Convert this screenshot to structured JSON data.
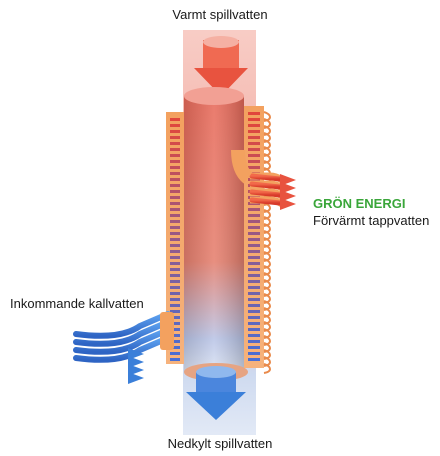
{
  "labels": {
    "top_outlet": "Varmt spillvatten",
    "bottom_outlet": "Nedkylt spillvatten",
    "green_energy": "GRÖN ENERGI",
    "preheated_water": "Förvärmt tappvatten",
    "cold_inlet": "Inkommande kallvatten"
  },
  "colors": {
    "hot": "#e8533f",
    "cold": "#3b7fd9",
    "coil": "#f39a5a",
    "green": "#3aa63a"
  }
}
